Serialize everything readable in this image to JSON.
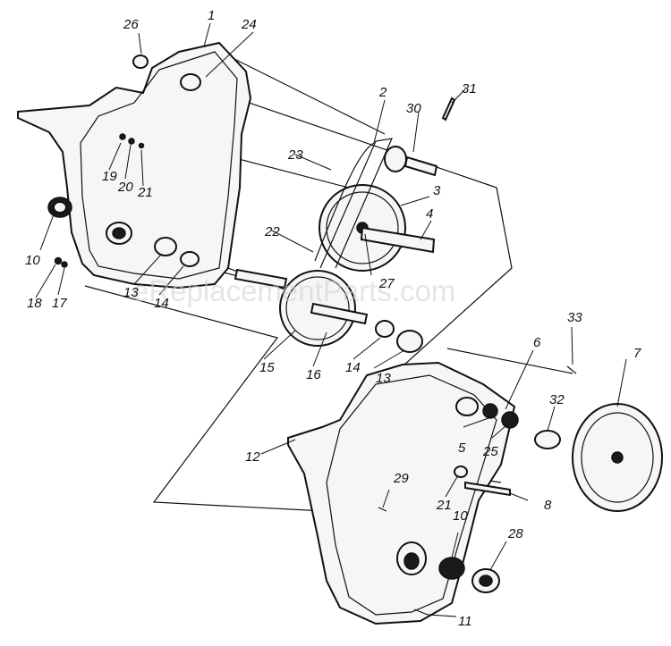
{
  "watermark": "eReplacementParts.com",
  "part_labels": [
    "1",
    "2",
    "3",
    "4",
    "5",
    "6",
    "7",
    "8",
    "10",
    "10",
    "11",
    "12",
    "13",
    "13",
    "14",
    "14",
    "15",
    "16",
    "17",
    "18",
    "19",
    "20",
    "21",
    "21",
    "22",
    "23",
    "24",
    "25",
    "26",
    "27",
    "28",
    "29",
    "30",
    "31",
    "32",
    "33"
  ]
}
